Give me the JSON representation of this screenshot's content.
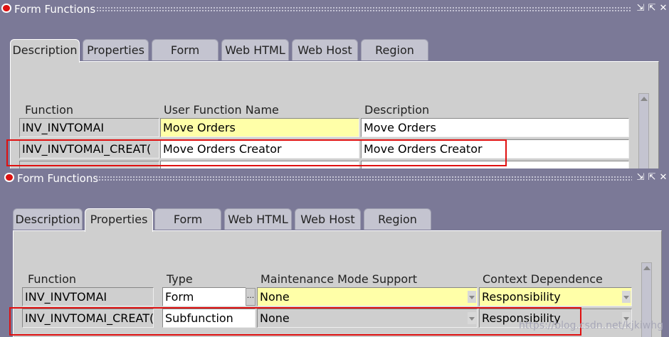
{
  "window1": {
    "title": "Form Functions",
    "tabs": [
      "Description",
      "Properties",
      "Form",
      "Web HTML",
      "Web Host",
      "Region"
    ],
    "active_tab": "Description",
    "columns": {
      "function": "Function",
      "user_function_name": "User Function Name",
      "description": "Description"
    },
    "rows": [
      {
        "function": "INV_INVTOMAI",
        "user_function_name": "Move Orders",
        "description": "Move Orders"
      },
      {
        "function": "INV_INVTOMAI_CREAT(",
        "user_function_name": "Move Orders Creator",
        "description": "Move Orders Creator"
      }
    ]
  },
  "window2": {
    "title": "Form Functions",
    "tabs": [
      "Description",
      "Properties",
      "Form",
      "Web HTML",
      "Web Host",
      "Region"
    ],
    "active_tab": "Properties",
    "columns": {
      "function": "Function",
      "type": "Type",
      "maintenance": "Maintenance Mode Support",
      "context": "Context Dependence"
    },
    "rows": [
      {
        "function": "INV_INVTOMAI",
        "type": "Form",
        "maintenance": "None",
        "context": "Responsibility"
      },
      {
        "function": "INV_INVTOMAI_CREAT(",
        "type": "Subfunction",
        "maintenance": "None",
        "context": "Responsibility"
      }
    ],
    "lov_button": "..."
  },
  "watermark": "https://blog.csdn.net/kjkiwhg",
  "colors": {
    "background": "#7b7997",
    "highlight_box": "#e01010",
    "required_field": "#ffffa8"
  }
}
